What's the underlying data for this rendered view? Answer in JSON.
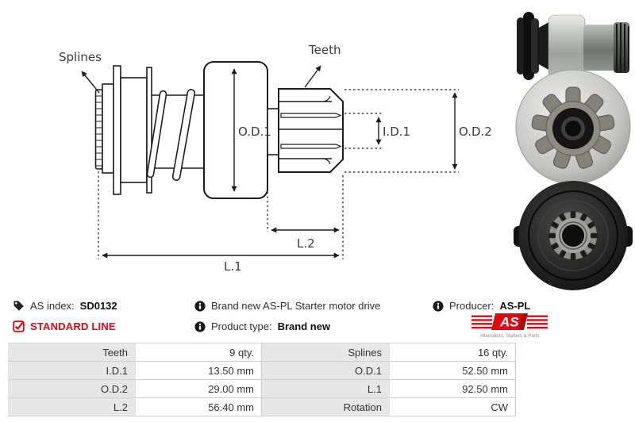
{
  "diagram": {
    "splines_label": "Splines",
    "teeth_label": "Teeth",
    "od1_label": "O.D.1",
    "id1_label": "I.D.1",
    "od2_label": "O.D.2",
    "l2_label": "L.2",
    "l1_label": "L.1"
  },
  "photos": {
    "side_view_name": "starter-drive-side-photo",
    "gear_face_name": "pinion-gear-face-photo",
    "clutch_rear_name": "clutch-housing-rear-photo"
  },
  "info": {
    "as_index_label": "AS index:",
    "as_index_value": "SD0132",
    "standard_line_label": "STANDARD LINE",
    "description": "Brand new AS-PL Starter motor drive",
    "product_type_label": "Product type:",
    "product_type_value": "Brand new",
    "producer_label": "Producer:",
    "producer_value": "AS-PL",
    "logo_text": "AS",
    "logo_tagline": "Alternators, Starters & Parts"
  },
  "colors": {
    "accent_red": "#e30613",
    "table_label_bg": "#e7e7e7",
    "table_border": "#cccccc",
    "drawing_stroke": "#1d1d1d"
  },
  "spec_table": {
    "rows": [
      {
        "label1": "Teeth",
        "value1": "9 qty.",
        "label2": "Splines",
        "value2": "16 qty."
      },
      {
        "label1": "I.D.1",
        "value1": "13.50 mm",
        "label2": "O.D.1",
        "value2": "52.50 mm"
      },
      {
        "label1": "O.D.2",
        "value1": "29.00 mm",
        "label2": "L.1",
        "value2": "92.50 mm"
      },
      {
        "label1": "L.2",
        "value1": "56.40 mm",
        "label2": "Rotation",
        "value2": "CW"
      }
    ]
  }
}
